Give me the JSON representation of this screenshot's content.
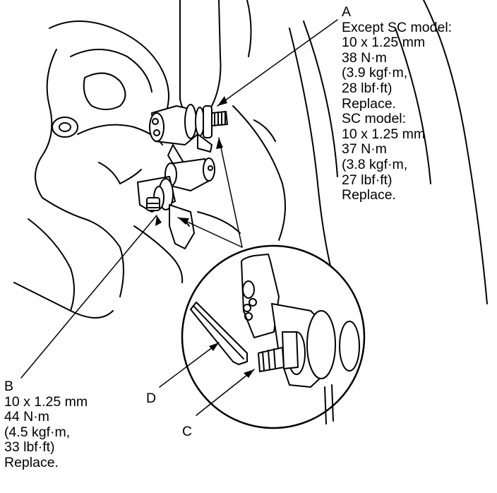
{
  "labels": {
    "A": {
      "letter": "A",
      "lines": [
        "Except SC model:",
        "10 x 1.25 mm",
        "38 N·m",
        "(3.9 kgf·m,",
        "28 lbf·ft)",
        "Replace.",
        "SC model:",
        "10 x 1.25 mm",
        "37 N·m",
        "(3.8 kgf·m,",
        "27 lbf·ft)",
        "Replace."
      ]
    },
    "B": {
      "letter": "B",
      "lines": [
        "10 x 1.25 mm",
        "44 N·m",
        "(4.5 kgf·m,",
        "33 lbf·ft)",
        "Replace."
      ]
    },
    "C": {
      "letter": "C"
    },
    "D": {
      "letter": "D"
    }
  }
}
